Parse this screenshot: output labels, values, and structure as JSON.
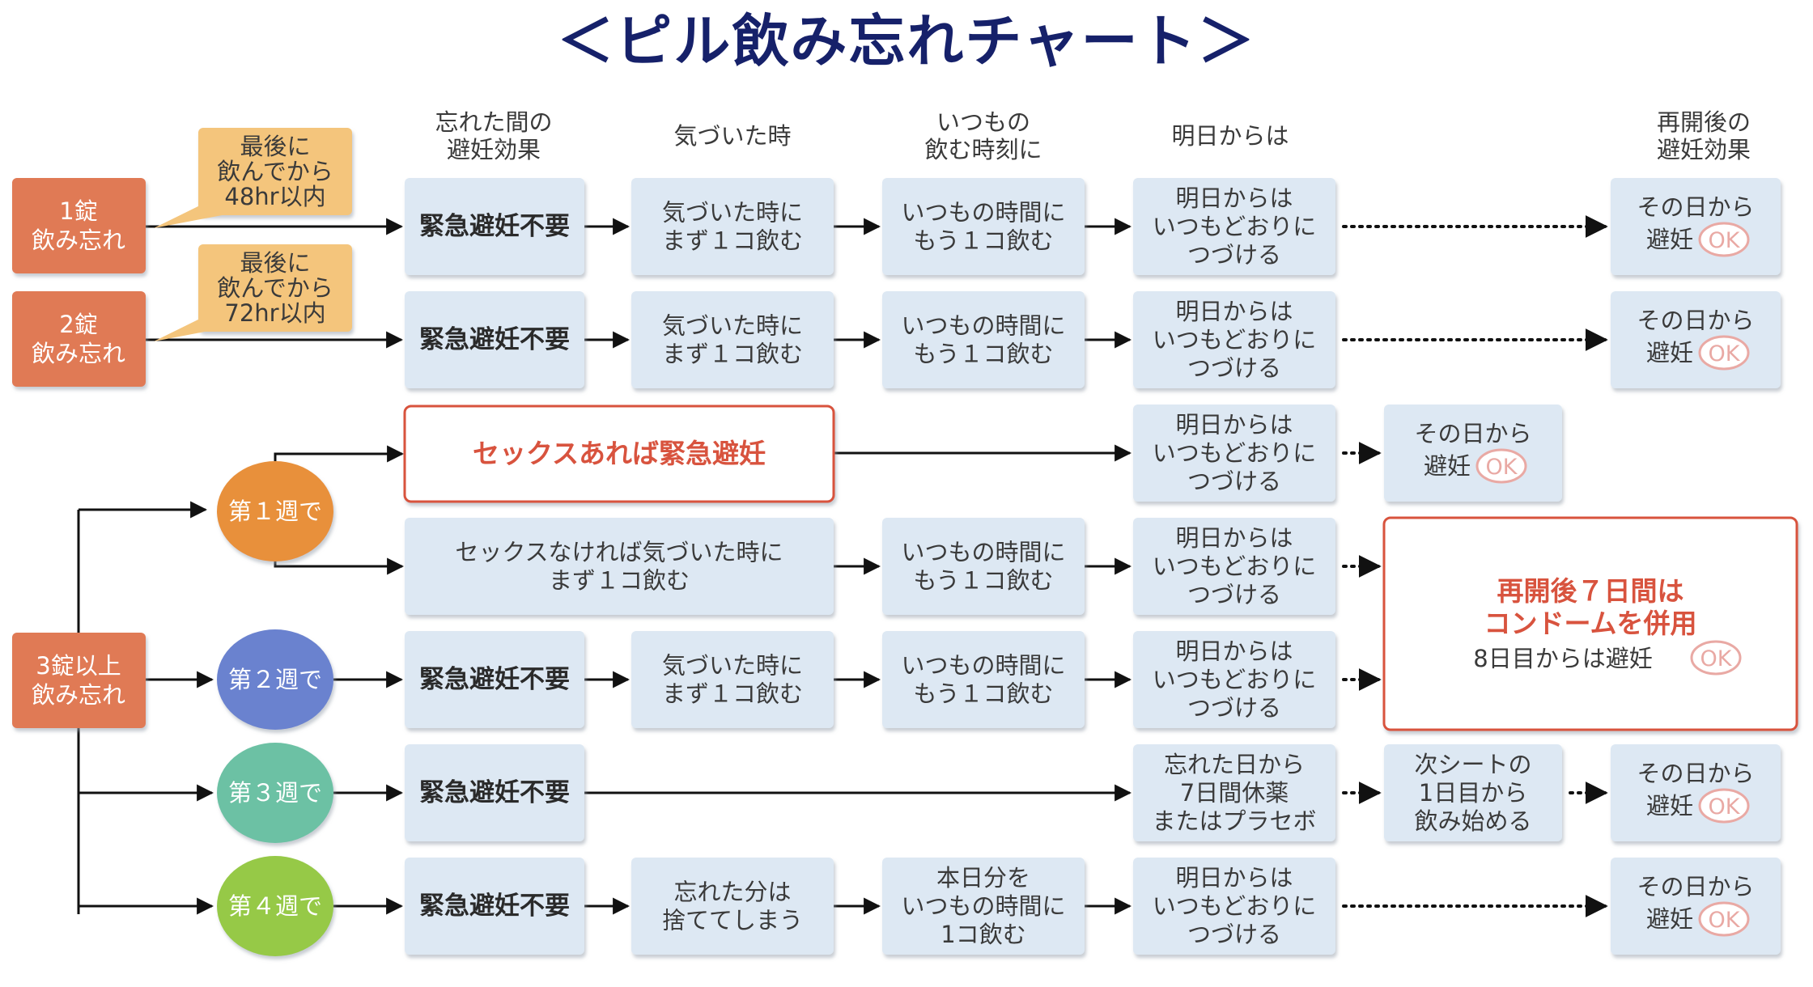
{
  "title": "＜ピル飲み忘れチャート＞",
  "headers": {
    "col1": [
      "忘れた間の",
      "避妊効果"
    ],
    "col2": [
      "気づいた時"
    ],
    "col3": [
      "いつもの",
      "飲む時刻に"
    ],
    "col4": [
      "明日からは"
    ],
    "col6": [
      "再開後の",
      "避妊効果"
    ]
  },
  "cases": {
    "one": [
      "1錠",
      "飲み忘れ"
    ],
    "two": [
      "2錠",
      "飲み忘れ"
    ],
    "three": [
      "3錠以上",
      "飲み忘れ"
    ]
  },
  "notes": {
    "note48": [
      "最後に",
      "飲んでから",
      "48hr以内"
    ],
    "note72": [
      "最後に",
      "飲んでから",
      "72hr以内"
    ]
  },
  "weeks": {
    "w1": "第１週で",
    "w2": "第２週で",
    "w3": "第３週で",
    "w4": "第４週で"
  },
  "boxes": {
    "no_ec": "緊急避妊不要",
    "notice_now": [
      "気づいた時に",
      "まず１コ飲む"
    ],
    "usual_time": [
      "いつもの時間に",
      "もう１コ飲む"
    ],
    "continue": [
      "明日からは",
      "いつもどおりに",
      "つづける"
    ],
    "ok_from_day": [
      "その日から",
      "避妊"
    ],
    "ec_if_sex": "セックスあれば緊急避妊",
    "no_sex_now": [
      "セックスなければ気づいた時に",
      "まず１コ飲む"
    ],
    "condom": [
      "再開後７日間は",
      "コンドームを併用",
      "8日目からは避妊"
    ],
    "rest7": [
      "忘れた日から",
      "7日間休薬",
      "またはプラセボ"
    ],
    "next_sheet": [
      "次シートの",
      "1日目から",
      "飲み始める"
    ],
    "discard": [
      "忘れた分は",
      "捨ててしまう"
    ],
    "today_dose": [
      "本日分を",
      "いつもの時間に",
      "1コ飲む"
    ],
    "ok": "OK"
  },
  "colors": {
    "title": "#16216a",
    "case_box": "#e07a55",
    "note_box": "#f4c57c",
    "step_box": "#dde8f3",
    "week1": "#e8903a",
    "week2": "#6a82cf",
    "week3": "#6cc1a4",
    "week4": "#96c947",
    "red": "#d8533e"
  }
}
